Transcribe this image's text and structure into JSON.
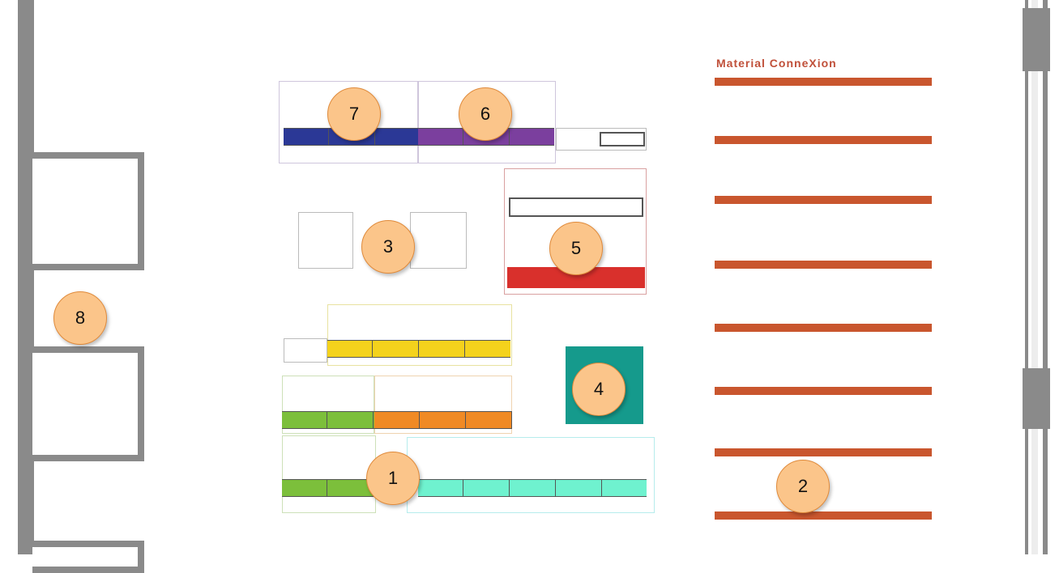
{
  "colors": {
    "wall": "#8a8a8a",
    "navy": "#2b3896",
    "purple": "#7b3f9e",
    "red": "#d9302c",
    "yellow": "#f4d21c",
    "green": "#7cbf3b",
    "orange": "#f08a24",
    "aqua": "#6ff2cf",
    "teal": "#159a8c",
    "material_connexion": "#c9562e",
    "marker": "#fbc58a"
  },
  "material_connexion": {
    "title": "Material ConneXion"
  },
  "markers": [
    {
      "number": "1"
    },
    {
      "number": "2"
    },
    {
      "number": "3"
    },
    {
      "number": "4"
    },
    {
      "number": "5"
    },
    {
      "number": "6"
    },
    {
      "number": "7"
    },
    {
      "number": "8"
    }
  ]
}
